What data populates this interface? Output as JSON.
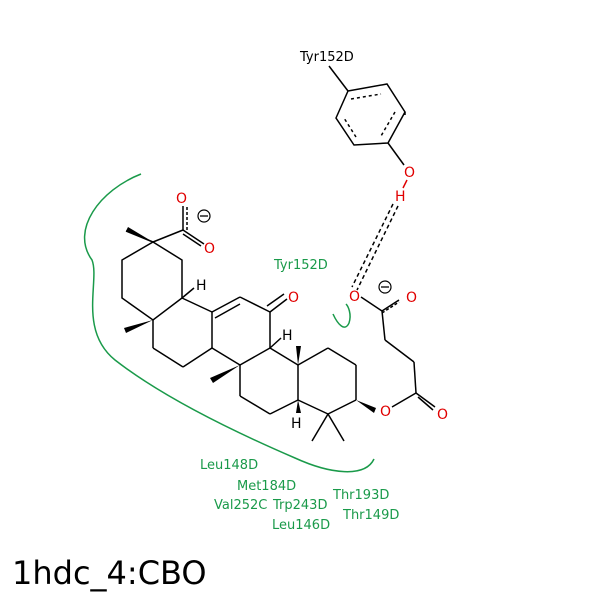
{
  "title": "1hdc_4:CBO",
  "colors": {
    "bond": "#000000",
    "oxygen": "#e00000",
    "residue_label": "#000000",
    "interaction": "#1a9a4a",
    "hbond": "#000000"
  },
  "hbond_residue": "Tyr152D",
  "residues": {
    "tyr152_inner": "Tyr152D",
    "leu148": "Leu148D",
    "met184": "Met184D",
    "val252": "Val252C",
    "trp243": "Trp243D",
    "leu146": "Leu146D",
    "thr193": "Thr193D",
    "thr149": "Thr149D"
  },
  "atoms": {
    "oxygen": "O",
    "hydrogen": "H",
    "minus": "−"
  }
}
